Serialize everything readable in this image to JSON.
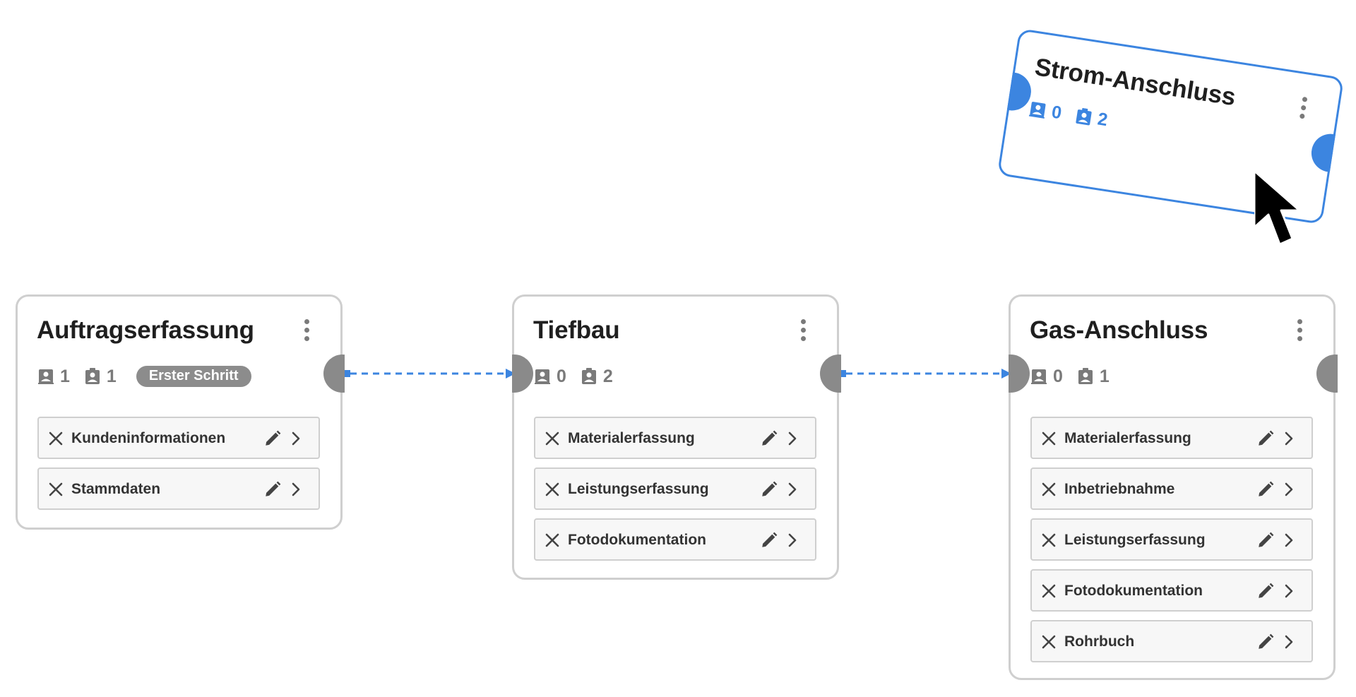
{
  "colors": {
    "accent": "#3c85e0",
    "port_gray": "#8a8a8a",
    "icon_gray": "#7a7a7a"
  },
  "nodes": {
    "auftrag": {
      "title": "Auftragserfassung",
      "count_a": "1",
      "count_b": "1",
      "badge": "Erster Schritt",
      "steps": [
        "Kundeninformationen",
        "Stammdaten"
      ]
    },
    "tiefbau": {
      "title": "Tiefbau",
      "count_a": "0",
      "count_b": "2",
      "steps": [
        "Materialerfassung",
        "Leistungserfassung",
        "Fotodokumentation"
      ]
    },
    "gas": {
      "title": "Gas-Anschluss",
      "count_a": "0",
      "count_b": "1",
      "steps": [
        "Materialerfassung",
        "Inbetriebnahme",
        "Leistungserfassung",
        "Fotodokumentation",
        "Rohrbuch"
      ]
    },
    "strom": {
      "title": "Strom-Anschluss",
      "count_a": "0",
      "count_b": "2"
    }
  },
  "icons": {
    "count_a": "person-card-icon",
    "count_b": "person-badge-icon",
    "menu": "more-vertical-icon",
    "remove": "close-icon",
    "edit": "pencil-icon",
    "open": "chevron-right-icon",
    "cursor": "mouse-pointer-icon"
  }
}
